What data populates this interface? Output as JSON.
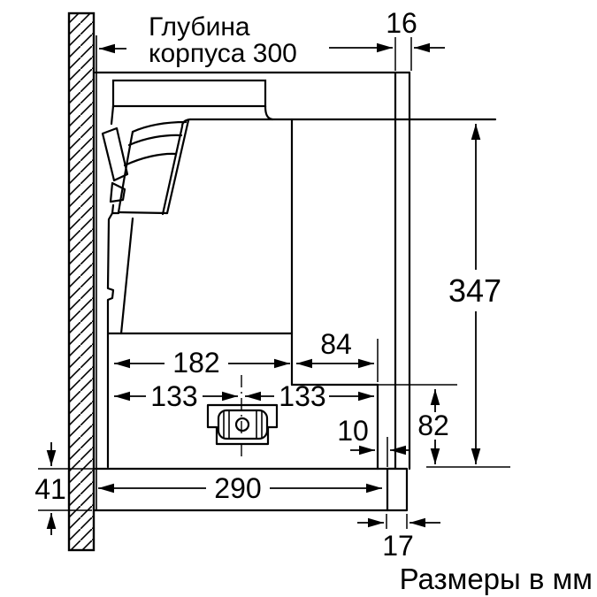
{
  "diagram": {
    "title_line1": "Глубина",
    "title_line2": "корпуса 300",
    "note": "Размеры в мм",
    "dims": {
      "front_panel_thickness": "16",
      "total_height": "347",
      "inner_width": "182",
      "step_width": "84",
      "center_offset_left": "133",
      "center_offset_right": "133",
      "panel_gap": "10",
      "step_height": "82",
      "lip_height": "41",
      "overall_depth": "290",
      "handle_thickness": "17"
    },
    "colors": {
      "line": "#000000",
      "background": "#ffffff"
    }
  }
}
